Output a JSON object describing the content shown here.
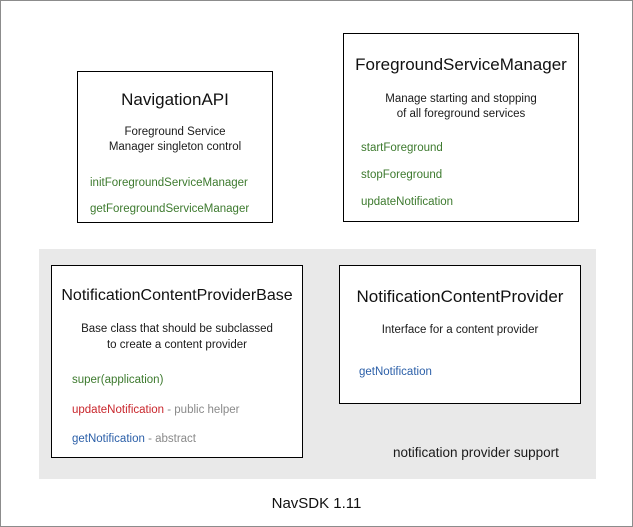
{
  "diagram": {
    "footer_version": "NavSDK 1.11",
    "colors": {
      "method_green": "#3d7a2e",
      "method_red": "#c9262c",
      "method_blue": "#2b5fa8",
      "annotation_gray": "#8a8a8a",
      "panel_gray": "#e9e9e9",
      "box_border": "#000000"
    },
    "group_panel": {
      "label": "notification provider support"
    },
    "boxes": {
      "navigation_api": {
        "title": "NavigationAPI",
        "description_line1": "Foreground Service",
        "description_line2": "Manager singleton control",
        "members": [
          {
            "name": "initForegroundServiceManager",
            "annotation": ""
          },
          {
            "name": "getForegroundServiceManager",
            "annotation": ""
          }
        ]
      },
      "foreground_service_manager": {
        "title": "ForegroundServiceManager",
        "description_line1": "Manage starting and stopping",
        "description_line2": "of all foreground services",
        "members": [
          {
            "name": "startForeground",
            "annotation": ""
          },
          {
            "name": "stopForeground",
            "annotation": ""
          },
          {
            "name": "updateNotification",
            "annotation": ""
          }
        ]
      },
      "notification_content_provider_base": {
        "title": "NotificationContentProviderBase",
        "description_line1": "Base class that should be subclassed",
        "description_line2": "to create a content provider",
        "members": [
          {
            "name": "super(application)",
            "annotation": ""
          },
          {
            "name": "updateNotification",
            "annotation": " - public helper"
          },
          {
            "name": "getNotification",
            "annotation": " - abstract"
          }
        ]
      },
      "notification_content_provider": {
        "title": "NotificationContentProvider",
        "description_line1": "Interface for a content provider",
        "description_line2": "",
        "members": [
          {
            "name": "getNotification",
            "annotation": ""
          }
        ]
      }
    }
  }
}
